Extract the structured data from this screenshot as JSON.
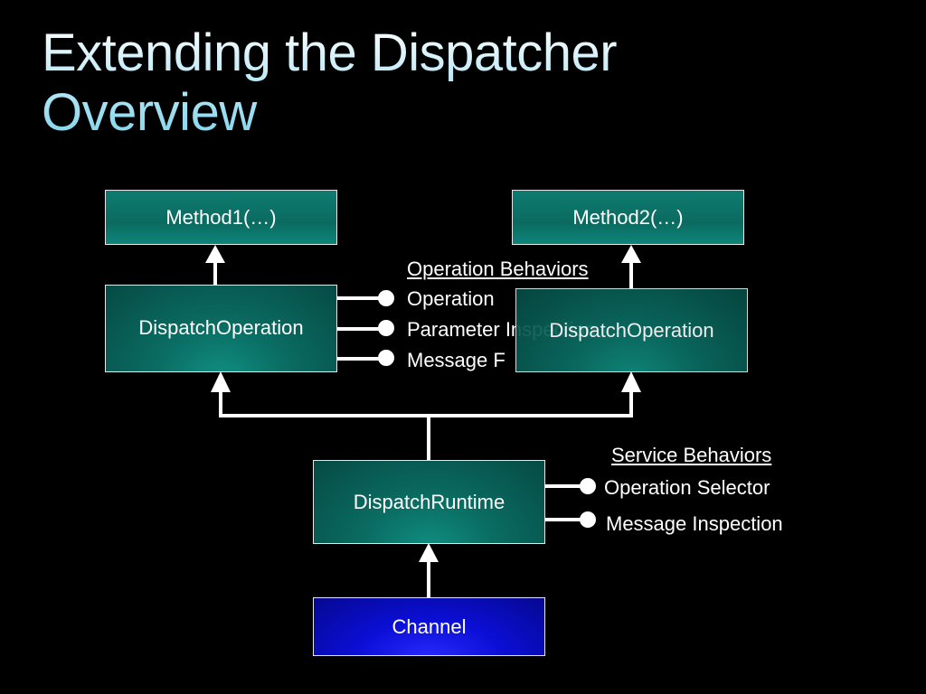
{
  "title": {
    "line1": "Extending the Dispatcher",
    "line2": "Overview"
  },
  "boxes": {
    "method1": "Method1(…)",
    "method2": "Method2(…)",
    "dispatch_op_left": "DispatchOperation",
    "dispatch_op_right": "DispatchOperation",
    "dispatch_runtime": "DispatchRuntime",
    "channel": "Channel"
  },
  "operation_behaviors": {
    "heading": "Operation Behaviors",
    "items": [
      "Operation",
      "Parameter Inspection",
      "Message F"
    ]
  },
  "service_behaviors": {
    "heading": "Service Behaviors",
    "items": [
      "Operation Selector",
      "Message Inspection"
    ]
  },
  "colors": {
    "teal": "#0a6d63",
    "blue": "#0b0fd6",
    "title": "#bfeaf7"
  }
}
